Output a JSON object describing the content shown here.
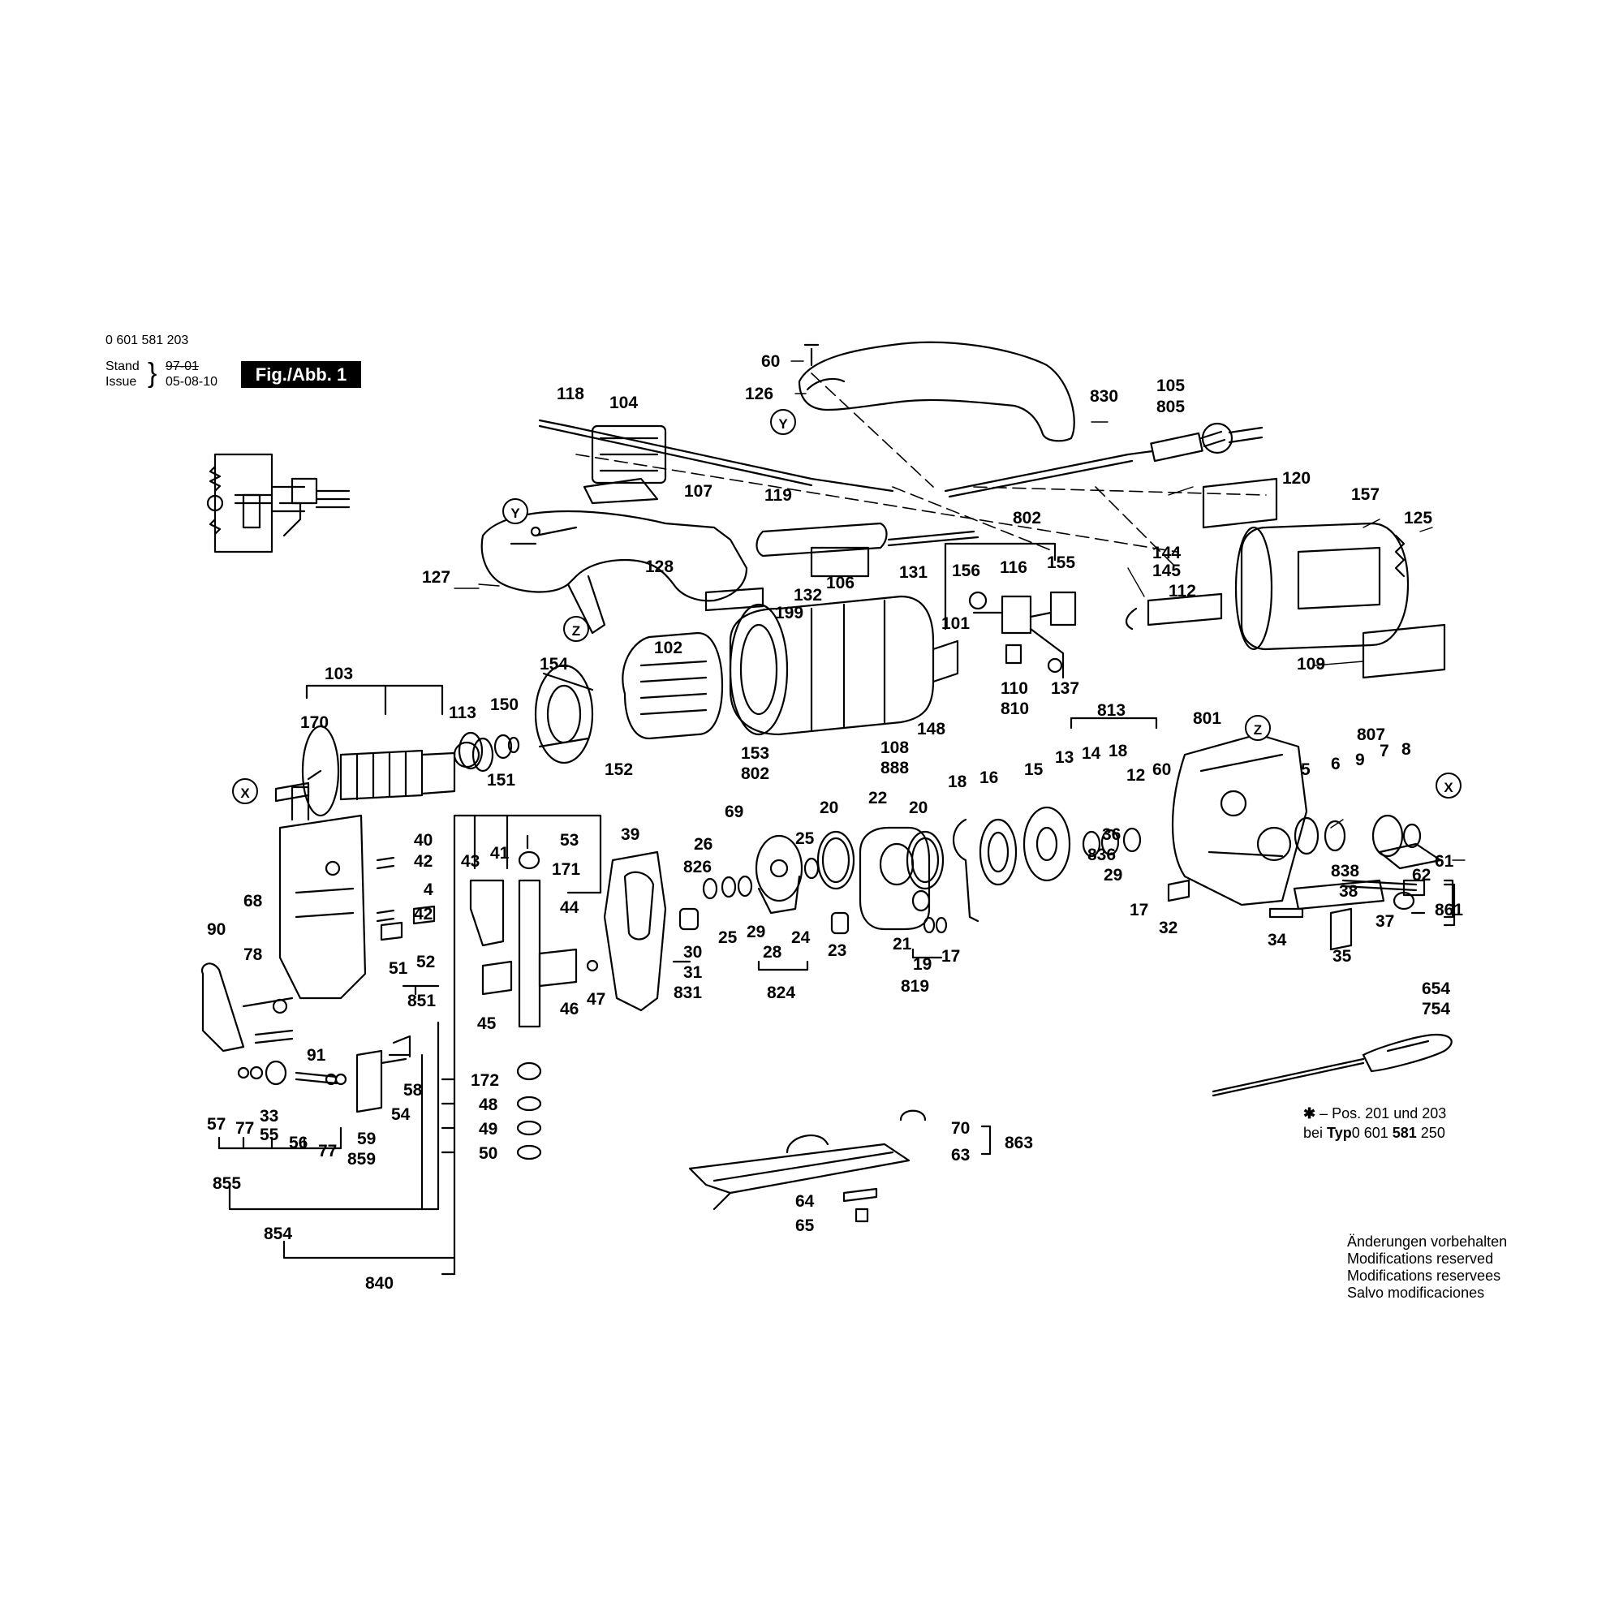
{
  "header": {
    "doc_number": "0 601 581 203",
    "stand_label": "Stand",
    "stand_date": "97-01",
    "issue_label": "Issue",
    "issue_date": "05-08-10",
    "figure_label": "Fig./Abb. 1"
  },
  "footnote": {
    "symbol": "✱",
    "line1": "Pos. 201 und 203",
    "line2_prefix": "bei ",
    "line2_bold": "Typ",
    "line2_code_a": "0 601 ",
    "line2_code_b": "581",
    "line2_code_c": " 250"
  },
  "modifications": {
    "de": "Änderungen vorbehalten",
    "en": "Modifications reserved",
    "fr": "Modifications reservees",
    "es": "Salvo modificaciones"
  },
  "markers": {
    "x": "X",
    "y": "Y",
    "z": "Z"
  },
  "parts": {
    "p60": "60",
    "p126": "126",
    "p830": "830",
    "p105": "105",
    "p805": "805",
    "p118": "118",
    "p104": "104",
    "p107": "107",
    "p119": "119",
    "p120": "120",
    "p157": "157",
    "p125": "125",
    "p802a": "802",
    "p156": "156",
    "p116": "116",
    "p155": "155",
    "p144": "144",
    "p145": "145",
    "p112": "112",
    "p127": "127",
    "p128": "128",
    "p132": "132",
    "p106": "106",
    "p131": "131",
    "p199": "199",
    "p101": "101",
    "p110": "110",
    "p810": "810",
    "p137": "137",
    "p109": "109",
    "p103": "103",
    "p154": "154",
    "p102": "102",
    "p170": "170",
    "p113": "113",
    "p150": "150",
    "p151": "151",
    "p152": "152",
    "p153": "153",
    "p802b": "802",
    "p108": "108",
    "p888": "888",
    "p148": "148",
    "p813": "813",
    "p801": "801",
    "p807": "807",
    "p13": "13",
    "p14": "14",
    "p18a": "18",
    "p12": "12",
    "p60b": "60",
    "p5": "5",
    "p6": "6",
    "p9": "9",
    "p7": "7",
    "p8": "8",
    "p69": "69",
    "p20a": "20",
    "p22": "22",
    "p20b": "20",
    "p18b": "18",
    "p16": "16",
    "p15": "15",
    "p40": "40",
    "p42a": "42",
    "p4": "4",
    "p42b": "42",
    "p43": "43",
    "p41": "41",
    "p53": "53",
    "p171": "171",
    "p44": "44",
    "p39": "39",
    "p26": "26",
    "p826": "826",
    "p25a": "25",
    "p36": "36",
    "p836": "836",
    "p838": "838",
    "p38": "38",
    "p61": "61",
    "p62": "62",
    "p861": "861",
    "p29a": "29",
    "p17a": "17",
    "p32": "32",
    "p37": "37",
    "p34": "34",
    "p35": "35",
    "p68": "68",
    "p78": "78",
    "p90": "90",
    "p51": "51",
    "p52": "52",
    "p851": "851",
    "p45": "45",
    "p46": "46",
    "p47": "47",
    "p30": "30",
    "p31": "31",
    "p831": "831",
    "p25b": "25",
    "p29b": "29",
    "p28": "28",
    "p24": "24",
    "p824": "824",
    "p23": "23",
    "p21": "21",
    "p19": "19",
    "p17b": "17",
    "p819": "819",
    "p91": "91",
    "p57": "57",
    "p77a": "77",
    "p33": "33",
    "p55": "55",
    "p56": "56",
    "p77b": "77",
    "p58": "58",
    "p59": "59",
    "p54": "54",
    "p859": "859",
    "p855": "855",
    "p854": "854",
    "p840": "840",
    "p172": "172",
    "p48": "48",
    "p49": "49",
    "p50": "50",
    "p654": "654",
    "p754": "754",
    "p70": "70",
    "p63": "63",
    "p863": "863",
    "p64": "64",
    "p65": "65"
  }
}
